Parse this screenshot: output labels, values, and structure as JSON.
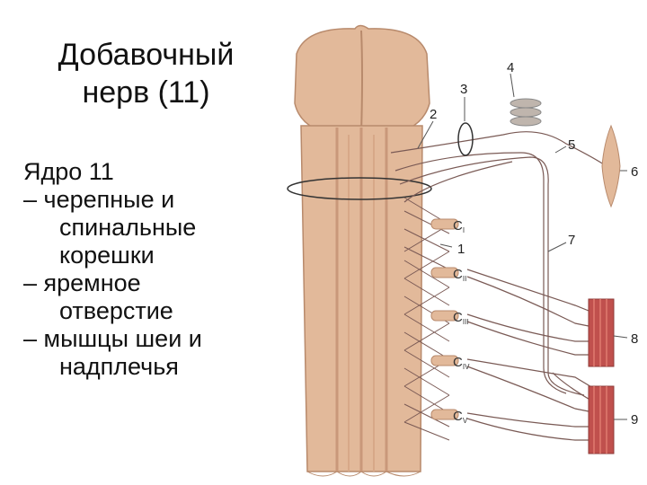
{
  "title": {
    "line1": "Добавочный",
    "line2": "нерв (11)"
  },
  "text": {
    "nucleus": "Ядро 11",
    "item1_a": "– черепные и",
    "item1_b": "спинальные",
    "item1_c": "корешки",
    "item2_a": "– яремное",
    "item2_b": "отверстие",
    "item3_a": "– мышцы шеи и",
    "item3_b": "надплечья"
  },
  "diagram": {
    "labels": [
      "1",
      "2",
      "3",
      "4",
      "5",
      "6",
      "7",
      "8",
      "9"
    ],
    "root_labels": [
      {
        "letter": "C",
        "sub": "I"
      },
      {
        "letter": "C",
        "sub": "II"
      },
      {
        "letter": "C",
        "sub": "III"
      },
      {
        "letter": "C",
        "sub": "IV"
      },
      {
        "letter": "C",
        "sub": "V"
      }
    ],
    "colors": {
      "brainstem": "#e2b99a",
      "brainstem_shadow": "#c9987a",
      "nerve": "#7a5a55",
      "muscle": "#c0504d",
      "muscle_stripe": "#e07a70"
    }
  }
}
